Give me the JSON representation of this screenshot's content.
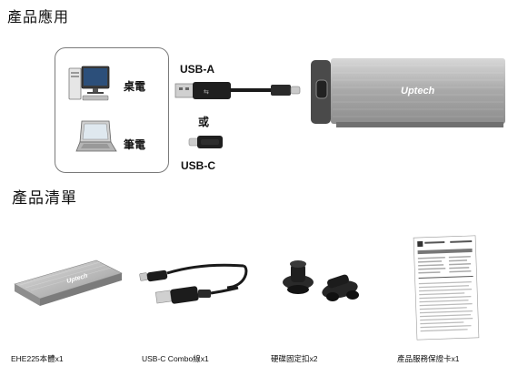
{
  "headings": {
    "application": "產品應用",
    "package_list": "產品清單"
  },
  "application": {
    "desktop_label": "桌電",
    "notebook_label": "筆電",
    "usb_a_label": "USB-A",
    "or_label": "或",
    "usb_c_label": "USB-C",
    "brand_logo": "Uptech",
    "icons": {
      "desktop": "desktop-computer-icon",
      "notebook": "laptop-icon",
      "usb_a_plug": "usb-a-plug-icon",
      "usb_c_plug": "usb-c-plug-icon"
    }
  },
  "package_items": [
    {
      "caption": "EHE225本體x1",
      "icon": "enclosure-photo"
    },
    {
      "caption": "USB-C Combo線x1",
      "icon": "usb-cable-photo"
    },
    {
      "caption": "硬碟固定扣x2",
      "icon": "rubber-clip-photo"
    },
    {
      "caption": "產品服務保證卡x1",
      "icon": "warranty-card-photo"
    }
  ],
  "colors": {
    "enclosure_light": "#c9c9c9",
    "enclosure_dark": "#8d8d8d",
    "cable_black": "#1a1a1a",
    "border_gray": "#7a7a7a"
  }
}
